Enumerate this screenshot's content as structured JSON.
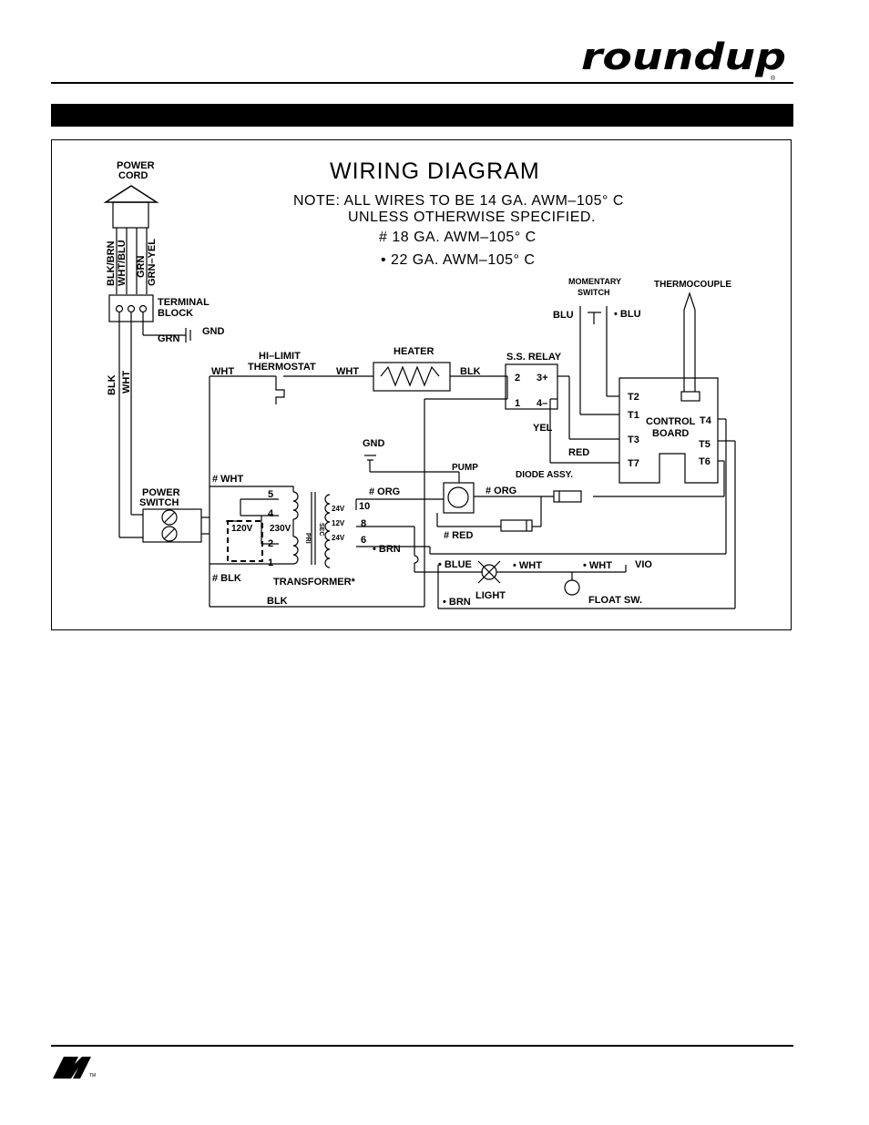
{
  "brand": {
    "name": "roundup",
    "registered_mark": "®",
    "trademark": "TM"
  },
  "diagram": {
    "title": "WIRING DIAGRAM",
    "note_line1": "NOTE:  ALL WIRES TO BE 14 GA. AWM–105° C",
    "note_line2": "UNLESS OTHERWISE SPECIFIED.",
    "note_18ga": "#  18  GA.  AWM–105° C",
    "note_22ga": "•  22  GA.  AWM–105° C",
    "labels": {
      "power_cord_1": "POWER",
      "power_cord_2": "CORD",
      "cord_wire_1": "BLK/BRN",
      "cord_wire_2": "WHT/BLU",
      "cord_wire_3": "GRN",
      "cord_wire_4": "GRN–YEL",
      "terminal_block_1": "TERMINAL",
      "terminal_block_2": "BLOCK",
      "gnd_terminal": "GND",
      "grn_ground": "GRN",
      "blk_vertical": "BLK",
      "wht_vertical": "WHT",
      "power_switch_1": "POWER",
      "power_switch_2": "SWITCH",
      "hi_limit_1": "HI–LIMIT",
      "hi_limit_2": "THERMOSTAT",
      "wht_left": "WHT",
      "wht_mid": "WHT",
      "heater": "HEATER",
      "blk_heater": "BLK",
      "ss_relay": "S.S. RELAY",
      "relay_t2": "2",
      "relay_t3": "3+",
      "relay_t1": "1",
      "relay_t4": "4–",
      "yel": "YEL",
      "red_relay": "RED",
      "momentary_1": "MOMENTARY",
      "momentary_2": "SWITCH",
      "blu_left": "BLU",
      "blu_right": "• BLU",
      "thermocouple": "THERMOCOUPLE",
      "t2": "T2",
      "t1": "T1",
      "t3": "T3",
      "t7": "T7",
      "t4": "T4",
      "t5": "T5",
      "t6": "T6",
      "control_1": "CONTROL",
      "control_2": "BOARD",
      "gnd_pump": "GND",
      "pump": "PUMP",
      "diode": "DIODE ASSY.",
      "org_left": "# ORG",
      "org_right": "# ORG",
      "red_pump": "# RED",
      "wht_switch": "# WHT",
      "blk_switch": "# BLK",
      "tap_5": "5",
      "tap_4": "4",
      "tap_2": "2",
      "tap_1": "1",
      "v120": "120V",
      "v230": "230V",
      "pri": "PRI",
      "sec": "SEC",
      "v24a": "24V",
      "v12": "12V",
      "v24b": "24V",
      "out_10": "10",
      "out_8": "8",
      "out_6": "6",
      "brn_trans": "• BRN",
      "transformer": "TRANSFORMER*",
      "blk_bottom": "BLK",
      "blue_light": "• BLUE",
      "brn_light": "• BRN",
      "light": "LIGHT",
      "wht_light": "• WHT",
      "wht_float": "• WHT",
      "vio": "VIO",
      "float_sw": "FLOAT SW."
    }
  }
}
